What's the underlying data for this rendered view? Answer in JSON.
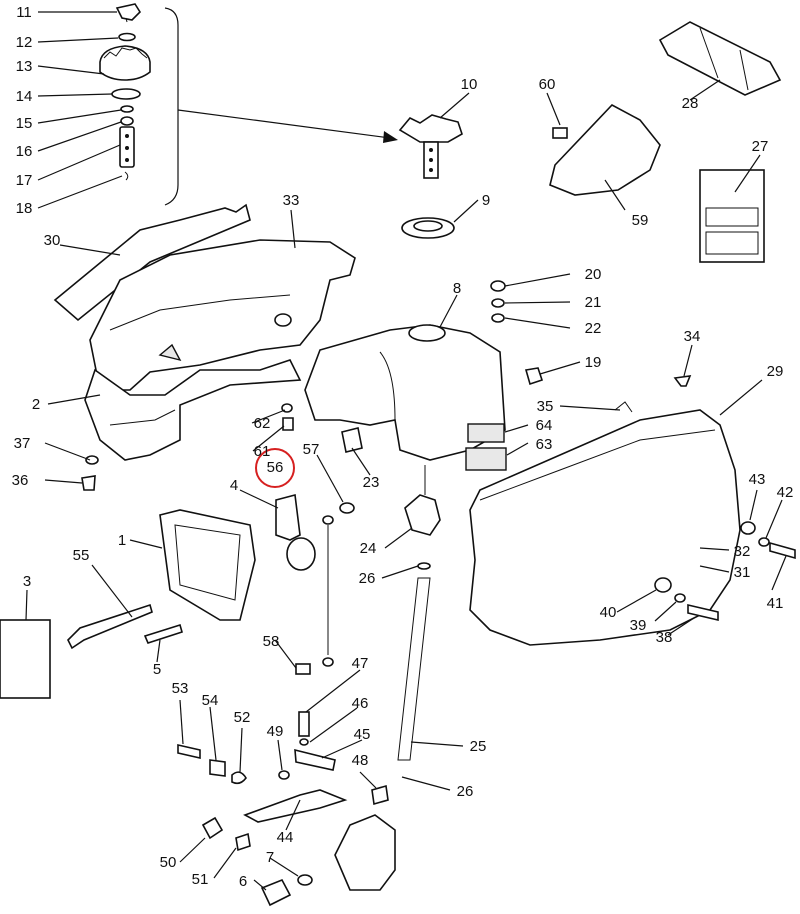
{
  "diagram": {
    "highlight_color": "#d62020",
    "highlighted_label": "56",
    "callouts": [
      {
        "id": "11"
      },
      {
        "id": "12"
      },
      {
        "id": "13"
      },
      {
        "id": "14"
      },
      {
        "id": "15"
      },
      {
        "id": "16"
      },
      {
        "id": "17"
      },
      {
        "id": "18"
      },
      {
        "id": "10"
      },
      {
        "id": "60"
      },
      {
        "id": "28"
      },
      {
        "id": "27"
      },
      {
        "id": "9"
      },
      {
        "id": "59"
      },
      {
        "id": "33"
      },
      {
        "id": "30"
      },
      {
        "id": "20"
      },
      {
        "id": "21"
      },
      {
        "id": "22"
      },
      {
        "id": "8"
      },
      {
        "id": "19"
      },
      {
        "id": "34"
      },
      {
        "id": "29"
      },
      {
        "id": "2"
      },
      {
        "id": "35"
      },
      {
        "id": "62"
      },
      {
        "id": "64"
      },
      {
        "id": "63"
      },
      {
        "id": "37"
      },
      {
        "id": "61"
      },
      {
        "id": "57"
      },
      {
        "id": "56"
      },
      {
        "id": "23"
      },
      {
        "id": "36"
      },
      {
        "id": "4"
      },
      {
        "id": "43"
      },
      {
        "id": "42"
      },
      {
        "id": "1"
      },
      {
        "id": "24"
      },
      {
        "id": "32"
      },
      {
        "id": "55"
      },
      {
        "id": "3"
      },
      {
        "id": "26"
      },
      {
        "id": "31"
      },
      {
        "id": "41"
      },
      {
        "id": "40"
      },
      {
        "id": "39"
      },
      {
        "id": "38"
      },
      {
        "id": "5"
      },
      {
        "id": "58"
      },
      {
        "id": "47"
      },
      {
        "id": "53"
      },
      {
        "id": "54"
      },
      {
        "id": "52"
      },
      {
        "id": "46"
      },
      {
        "id": "49"
      },
      {
        "id": "45"
      },
      {
        "id": "25"
      },
      {
        "id": "48"
      },
      {
        "id": "26b",
        "text": "26"
      },
      {
        "id": "44"
      },
      {
        "id": "50"
      },
      {
        "id": "7"
      },
      {
        "id": "51"
      },
      {
        "id": "6"
      }
    ]
  }
}
